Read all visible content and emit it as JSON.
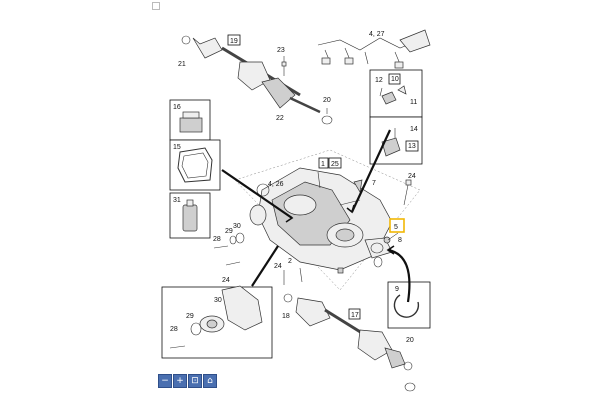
{
  "callouts": {
    "c1": "1",
    "c2": "2",
    "c4_26": "4, 26",
    "c4_27": "4, 27",
    "c5": "5",
    "c7": "7",
    "c8": "8",
    "c9": "9",
    "c10": "10",
    "c11": "11",
    "c12": "12",
    "c13": "13",
    "c14": "14",
    "c15": "15",
    "c16": "16",
    "c17": "17",
    "c18": "18",
    "c19": "19",
    "c20a": "20",
    "c20b": "20",
    "c21": "21",
    "c22": "22",
    "c23": "23",
    "c24a": "24",
    "c24b": "24",
    "c24c": "24",
    "c25": "25",
    "c28a": "28",
    "c28b": "28",
    "c29a": "29",
    "c29b": "29",
    "c30a": "30",
    "c30b": "30",
    "c31": "31"
  },
  "highlight_color": "#f2b705",
  "toolbar": {
    "buttons": [
      {
        "icon": "zoom-out-icon",
        "glyph": "−"
      },
      {
        "icon": "zoom-in-icon",
        "glyph": "+"
      },
      {
        "icon": "fit-page-icon",
        "glyph": "⊡"
      },
      {
        "icon": "home-icon",
        "glyph": "⌂"
      }
    ]
  }
}
